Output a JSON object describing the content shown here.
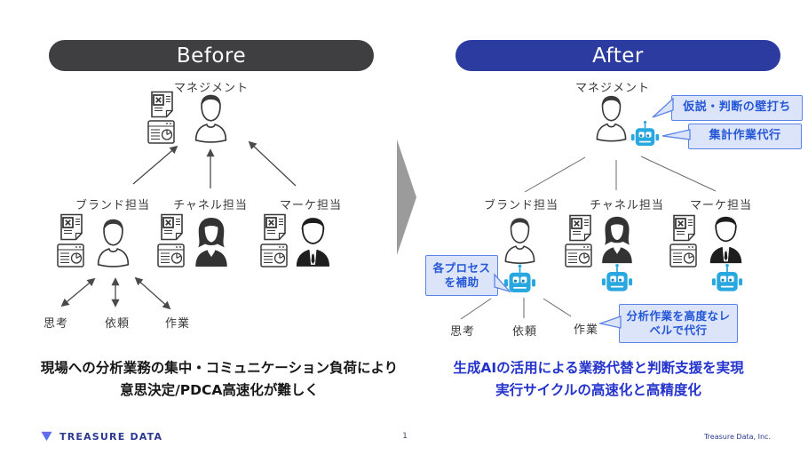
{
  "slide": {
    "before": {
      "title": "Before",
      "management_label": "マネジメント",
      "roles": [
        "ブランド担当",
        "チャネル担当",
        "マーケ担当"
      ],
      "tasks": [
        "思考",
        "依頼",
        "作業"
      ],
      "caption_line1": "現場への分析業務の集中・コミュニケーション負荷により",
      "caption_line2": "意思決定/PDCA高速化が難しく"
    },
    "after": {
      "title": "After",
      "management_label": "マネジメント",
      "roles": [
        "ブランド担当",
        "チャネル担当",
        "マーケ担当"
      ],
      "tasks": [
        "思考",
        "依頼",
        "作業"
      ],
      "bubbles": {
        "hypothesis": "仮説・判断の壁打ち",
        "aggregation": "集計作業代行",
        "process_line1": "各プロセス",
        "process_line2": "を補助",
        "analysis_line1": "分析作業を高度なレ",
        "analysis_line2": "ベルで代行"
      },
      "caption_line1": "生成AIの活用による業務代替と判断支援を実現",
      "caption_line2": "実行サイクルの高速化と高精度化"
    },
    "footer": {
      "logo_text": "TREASURE DATA",
      "page_number": "1",
      "company": "Treasure Data, Inc."
    },
    "colors": {
      "before_pill": "#3f3f41",
      "after_pill": "#2c3ba0",
      "robot": "#29a8df",
      "bubble_bg": "#dbe4f8",
      "bubble_border": "#5b84e8",
      "bubble_text": "#2456d6",
      "after_caption_text": "#2433cc",
      "footer_blue": "#2b3a8f",
      "transition_arrow": "#9b9b9b"
    }
  }
}
